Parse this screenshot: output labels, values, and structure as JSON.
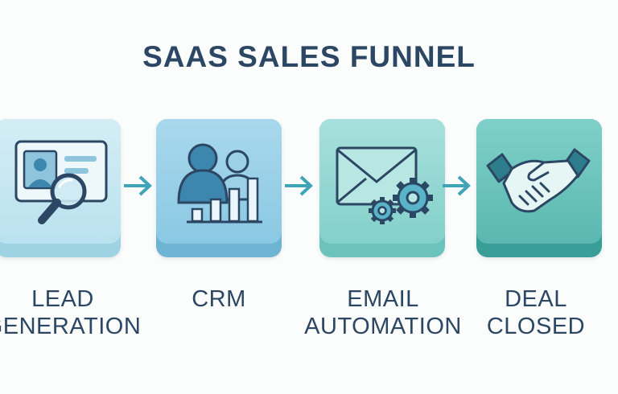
{
  "title": "SAAS SALES FUNNEL",
  "colors": {
    "title": "#2b4763",
    "icon_stroke": "#2b4763",
    "icon_fill": "#3d86ad",
    "arrow": "#3fa4b8"
  },
  "steps": [
    {
      "line1": "LEAD",
      "line2": "GENERATION",
      "icon": "profile-magnifier-icon"
    },
    {
      "line1": "CRM",
      "line2": "",
      "icon": "users-bar-chart-icon"
    },
    {
      "line1": "EMAIL",
      "line2": "AUTOMATION",
      "icon": "envelope-gears-icon"
    },
    {
      "line1": "DEAL",
      "line2": "CLOSED",
      "icon": "handshake-icon"
    }
  ]
}
